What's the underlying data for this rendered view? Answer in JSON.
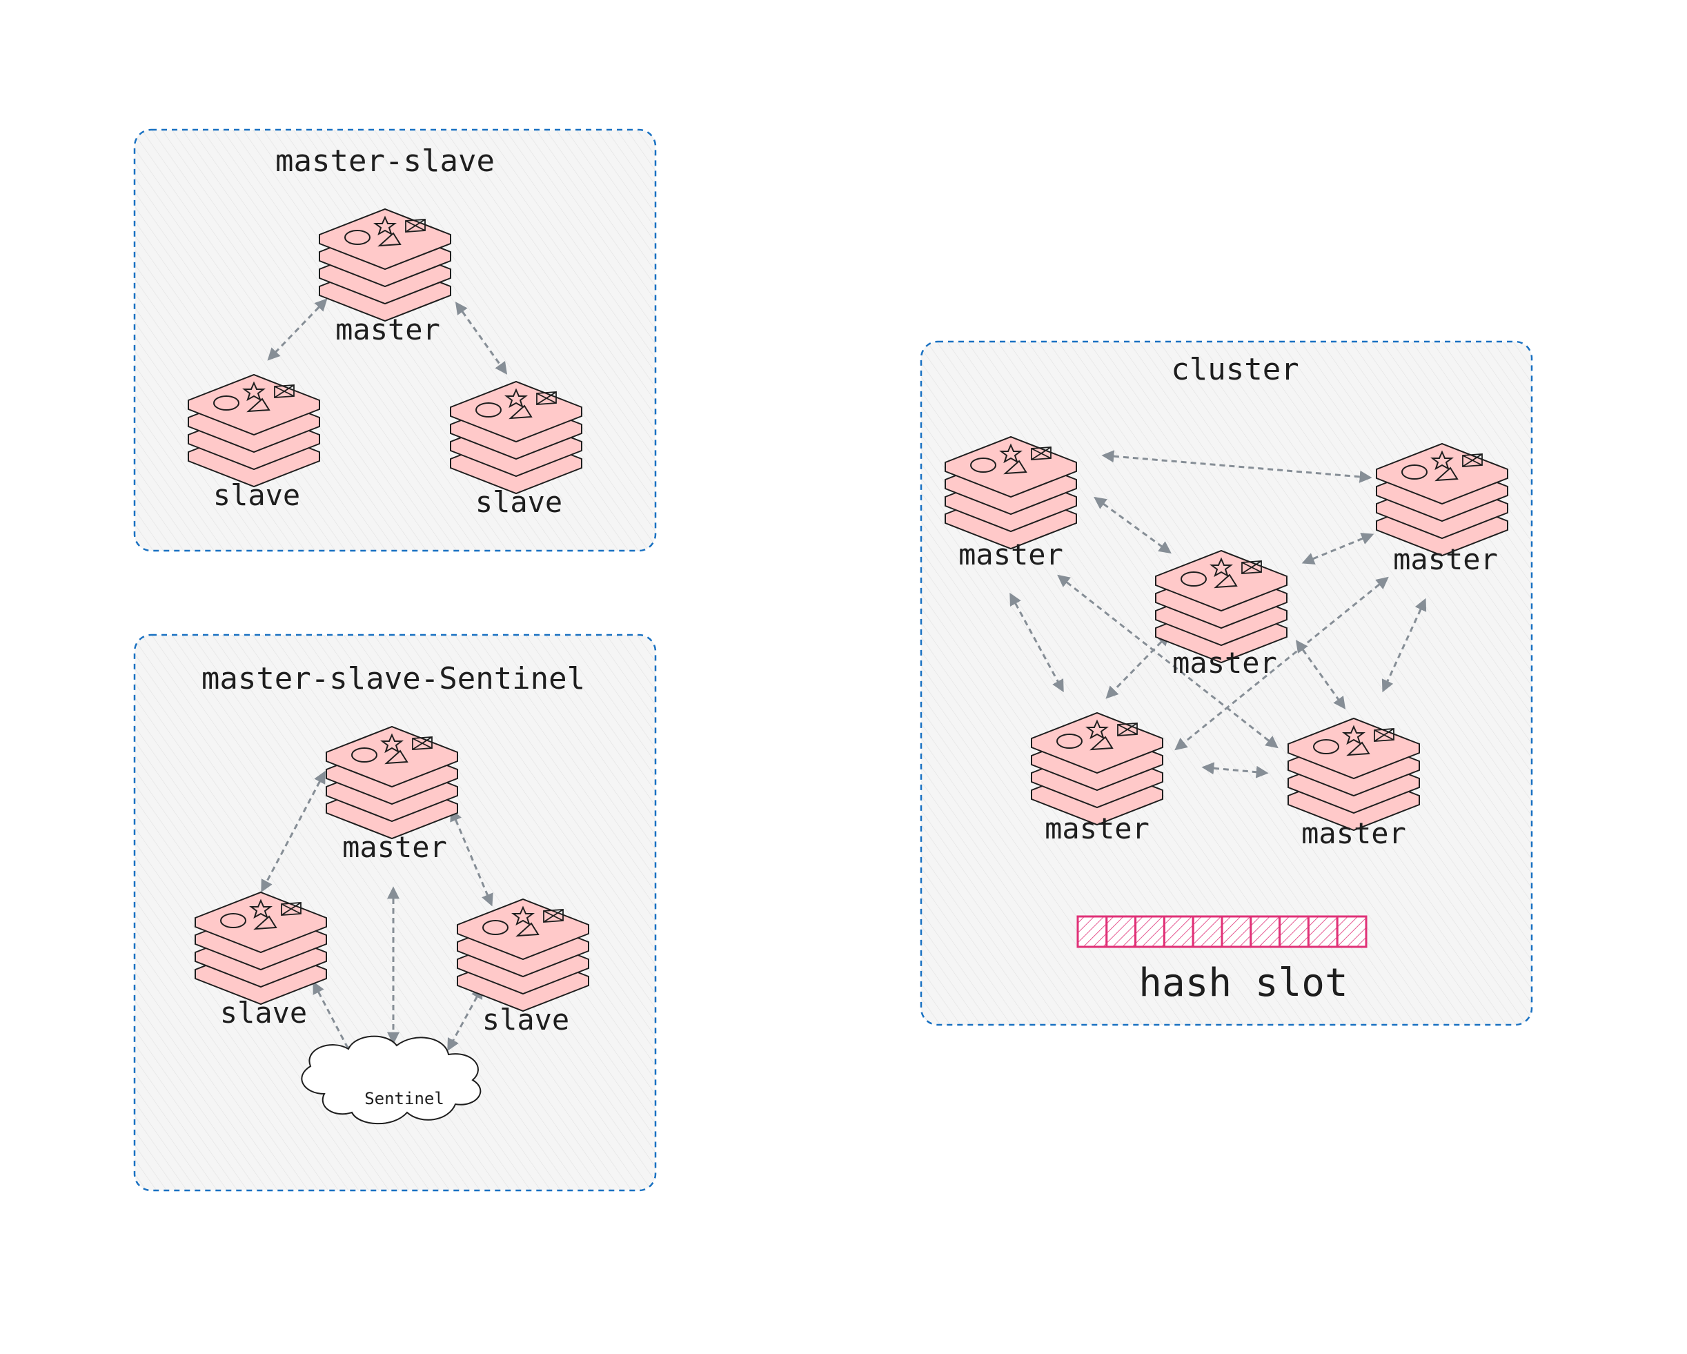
{
  "groups": {
    "master_slave": {
      "title": "master-slave",
      "master_label": "master",
      "slave_left_label": "slave",
      "slave_right_label": "slave"
    },
    "sentinel": {
      "title": "master-slave-Sentinel",
      "master_label": "master",
      "slave_left_label": "slave",
      "slave_right_label": "slave",
      "sentinel_label": "Sentinel"
    },
    "cluster": {
      "title": "cluster",
      "master_top_left_label": "master",
      "master_top_right_label": "master",
      "master_center_label": "master",
      "master_bottom_left_label": "master",
      "master_bottom_right_label": "master",
      "hash_slot_label": "hash slot",
      "hash_slot_cells": 10
    }
  },
  "colors": {
    "frame_border": "#1971c2",
    "frame_fill": "#f4f4f4",
    "node_fill": "#ffc9c9",
    "node_stroke": "#1e1e1e",
    "edge": "#868e96",
    "hash_slot": "#e03177"
  },
  "icons": [
    "redis-stack-icon",
    "cloud-icon"
  ]
}
